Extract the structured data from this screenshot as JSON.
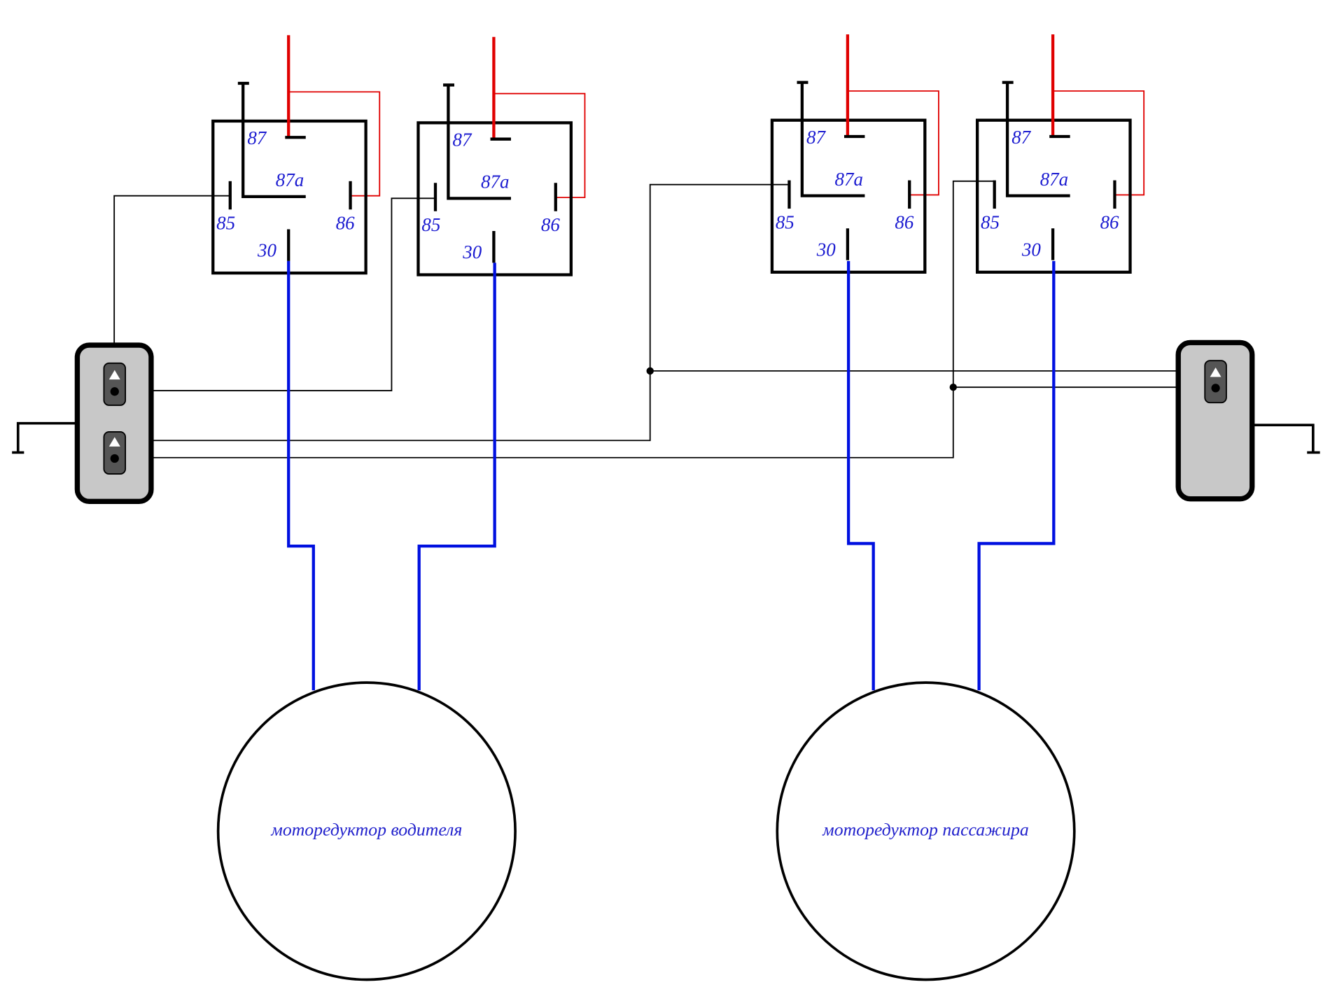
{
  "diagram": {
    "title": "Power window relay wiring diagram",
    "colors": {
      "power_wire": "#e00000",
      "motor_wire": "#0010e0",
      "signal_wire": "#000000",
      "label_text": "#1a1ad0",
      "switch_body": "#c8c8c8",
      "switch_button": "#555555"
    },
    "relays": [
      {
        "id": "relay-1",
        "pins": {
          "p87": "87",
          "p87a": "87a",
          "p85": "85",
          "p86": "86",
          "p30": "30"
        }
      },
      {
        "id": "relay-2",
        "pins": {
          "p87": "87",
          "p87a": "87a",
          "p85": "85",
          "p86": "86",
          "p30": "30"
        }
      },
      {
        "id": "relay-3",
        "pins": {
          "p87": "87",
          "p87a": "87a",
          "p85": "85",
          "p86": "86",
          "p30": "30"
        }
      },
      {
        "id": "relay-4",
        "pins": {
          "p87": "87",
          "p87a": "87a",
          "p85": "85",
          "p86": "86",
          "p30": "30"
        }
      }
    ],
    "switches": [
      {
        "id": "driver-switch",
        "buttons": 2,
        "icons": [
          "up-arrow-icon",
          "down-dot-icon"
        ]
      },
      {
        "id": "passenger-switch",
        "buttons": 1,
        "icons": [
          "up-arrow-icon",
          "down-dot-icon"
        ]
      }
    ],
    "motors": [
      {
        "id": "driver-motor",
        "label": "моторедуктор водителя"
      },
      {
        "id": "passenger-motor",
        "label": "моторедуктор пассажира"
      }
    ]
  }
}
